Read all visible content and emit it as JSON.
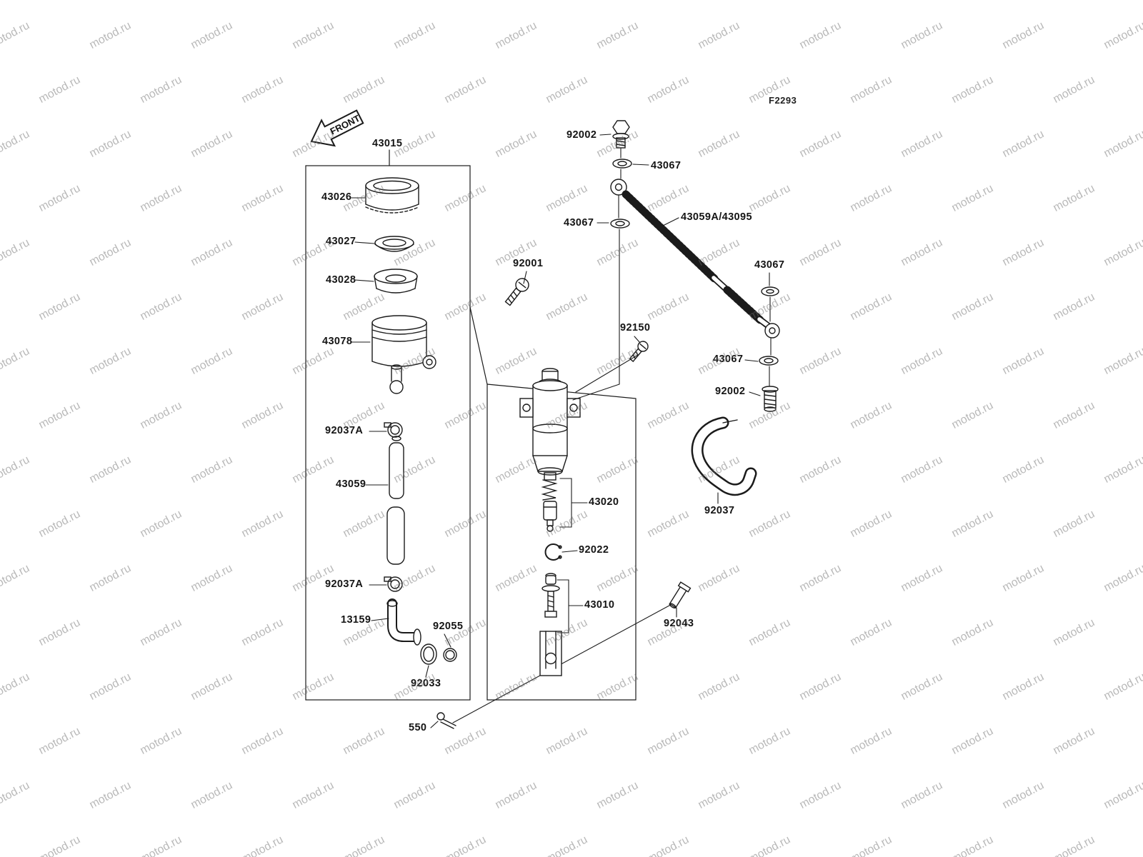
{
  "watermark": {
    "text": "motod.ru"
  },
  "diagram": {
    "code": "F2293",
    "front_label": "FRONT",
    "title_hint": "Rear master cylinder exploded parts diagram",
    "line_color": "#1b1b1b",
    "background_color": "#ffffff",
    "watermark_color": "rgba(108,108,108,0.48)"
  },
  "labels": [
    {
      "text": "43015"
    },
    {
      "text": "43026"
    },
    {
      "text": "43027"
    },
    {
      "text": "43028"
    },
    {
      "text": "43078"
    },
    {
      "text": "92001"
    },
    {
      "text": "92037A"
    },
    {
      "text": "43059"
    },
    {
      "text": "92037A"
    },
    {
      "text": "13159"
    },
    {
      "text": "92055"
    },
    {
      "text": "92033"
    },
    {
      "text": "550"
    },
    {
      "text": "92002"
    },
    {
      "text": "43067"
    },
    {
      "text": "43067"
    },
    {
      "text": "43059A/43095"
    },
    {
      "text": "43067"
    },
    {
      "text": "92150"
    },
    {
      "text": "43067"
    },
    {
      "text": "92002"
    },
    {
      "text": "92037"
    },
    {
      "text": "43020"
    },
    {
      "text": "92022"
    },
    {
      "text": "43010"
    },
    {
      "text": "92043"
    }
  ]
}
